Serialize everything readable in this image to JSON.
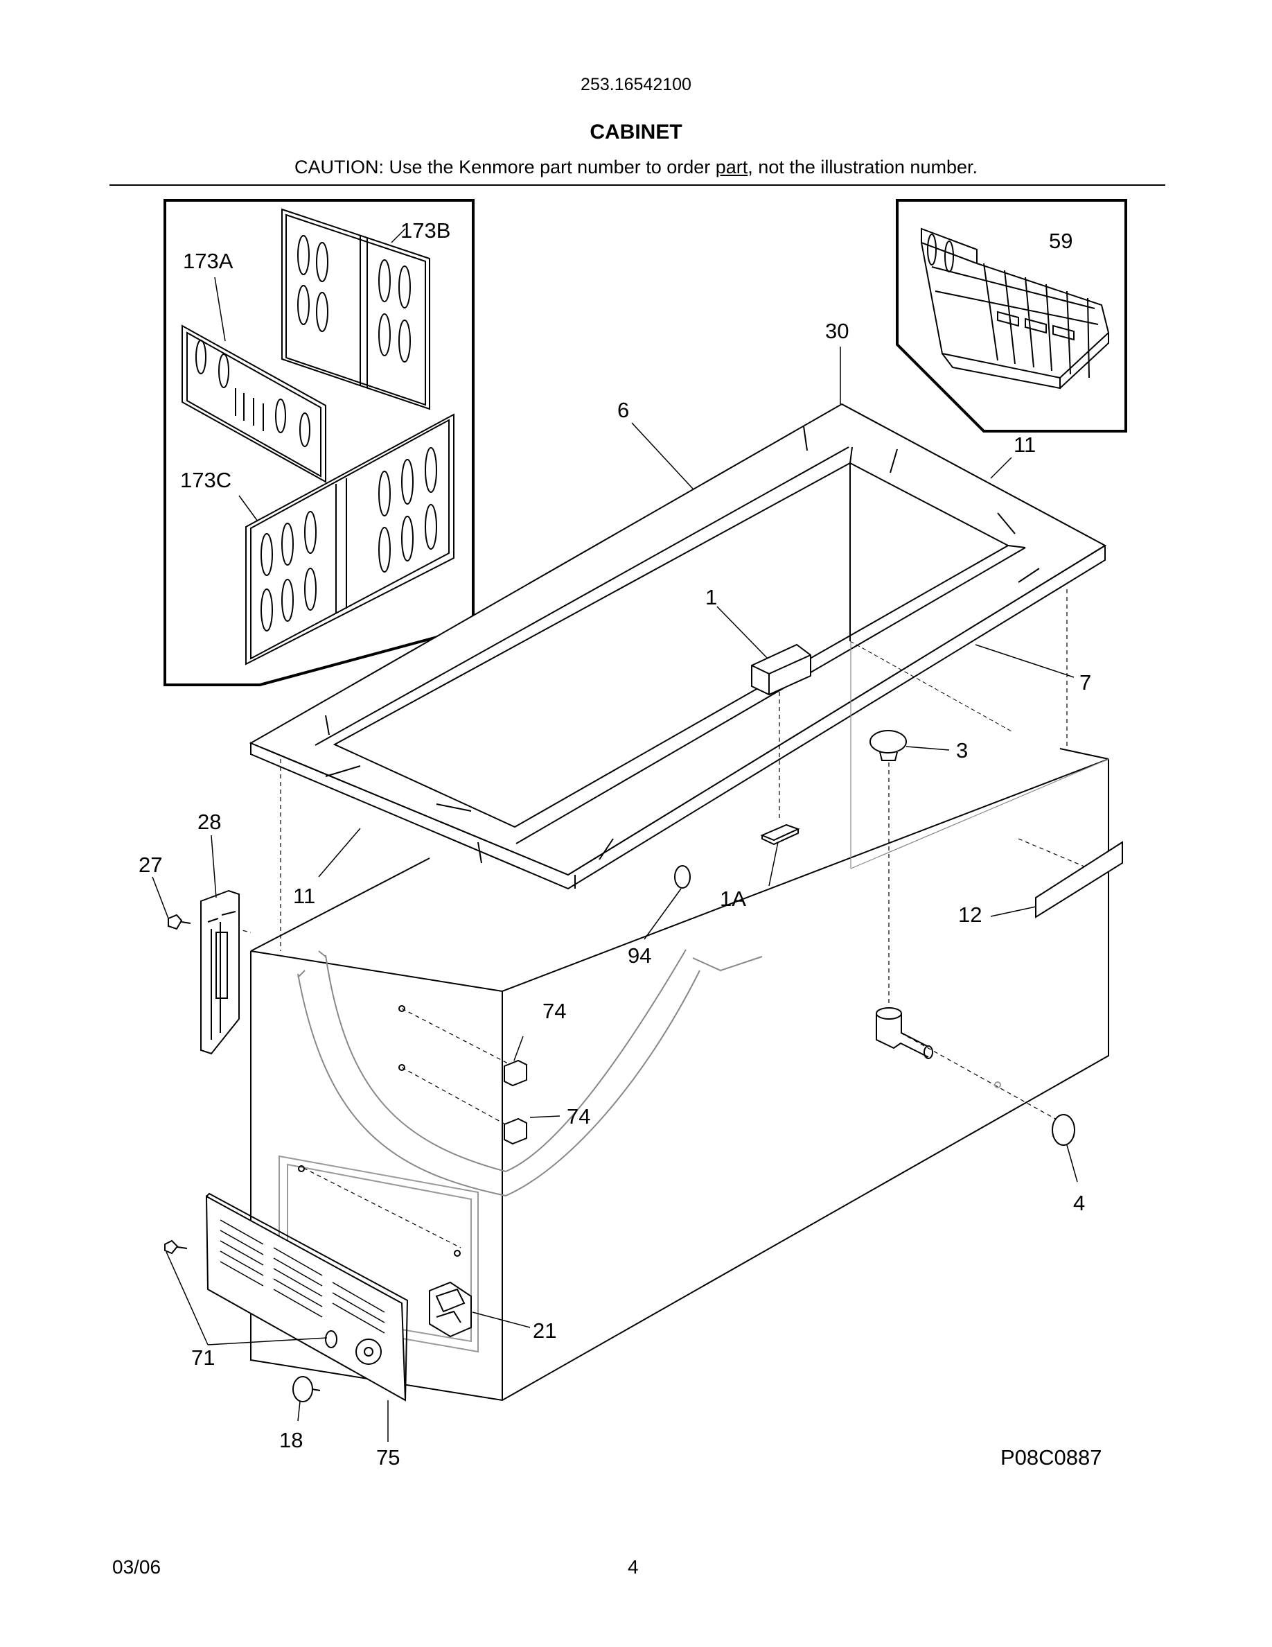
{
  "header": {
    "model": "253.16542100",
    "title": "CABINET",
    "caution_pre": "CAUTION: Use the Kenmore part number to order ",
    "caution_link": "part",
    "caution_post": ", not the illustration number."
  },
  "callouts": {
    "c173A": "173A",
    "c173B": "173B",
    "c173C": "173C",
    "c59": "59",
    "c30": "30",
    "c6": "6",
    "c11a": "11",
    "c11b": "11",
    "c1": "1",
    "c7": "7",
    "c3": "3",
    "c28": "28",
    "c27": "27",
    "c1A": "1A",
    "c12": "12",
    "c94": "94",
    "c74a": "74",
    "c74b": "74",
    "c4": "4",
    "c21": "21",
    "c71": "71",
    "c18": "18",
    "c75": "75"
  },
  "figure_code": "P08C0887",
  "footer": {
    "date": "03/06",
    "page": "4"
  }
}
